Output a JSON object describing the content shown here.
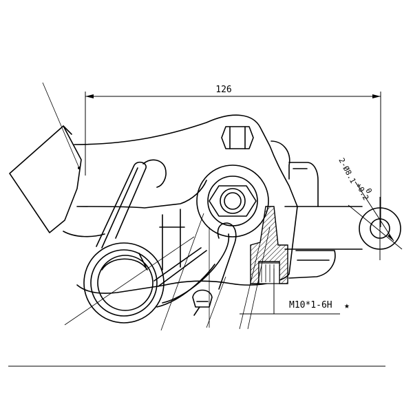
{
  "dimensions": {
    "width_label": "126",
    "hole_label": "2-Ø8.1",
    "hole_tol_upper": "+0.2",
    "hole_tol_lower": "0",
    "thread_label": "M10*1-6H",
    "thread_mark": "★"
  }
}
